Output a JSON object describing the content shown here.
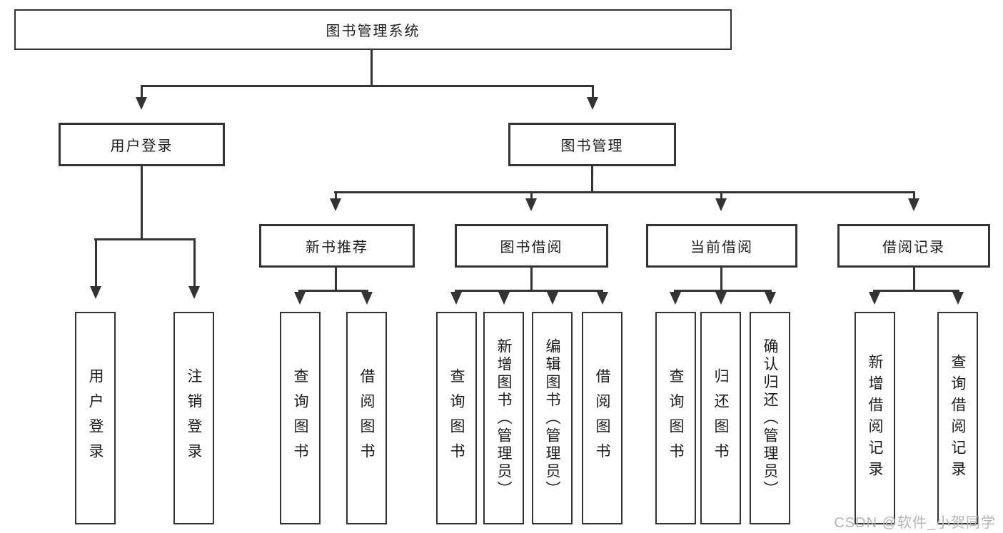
{
  "diagram": {
    "root": {
      "label": "图书管理系统"
    },
    "level2": [
      {
        "label": "用户登录",
        "leaves": [
          {
            "label": "用户登录"
          },
          {
            "label": "注销登录"
          }
        ]
      },
      {
        "label": "图书管理",
        "level3": [
          {
            "label": "新书推荐",
            "leaves": [
              {
                "label": "查询图书"
              },
              {
                "label": "借阅图书"
              }
            ]
          },
          {
            "label": "图书借阅",
            "leaves": [
              {
                "label": "查询图书"
              },
              {
                "label": "新增图书（管理员）"
              },
              {
                "label": "编辑图书（管理员）"
              },
              {
                "label": "借阅图书"
              }
            ]
          },
          {
            "label": "当前借阅",
            "leaves": [
              {
                "label": "查询图书"
              },
              {
                "label": "归还图书"
              },
              {
                "label": "确认归还（管理员）"
              }
            ]
          },
          {
            "label": "借阅记录",
            "leaves": [
              {
                "label": "新增借阅记录"
              },
              {
                "label": "查询借阅记录"
              }
            ]
          }
        ]
      }
    ]
  },
  "watermark": {
    "text": "CSDN @软件_小贺同学",
    "color": "#b4b4b4"
  },
  "colors": {
    "line": "#333333",
    "text": "#1c1c1c",
    "box_fill": "#ffffff",
    "background": "#ffffff"
  }
}
